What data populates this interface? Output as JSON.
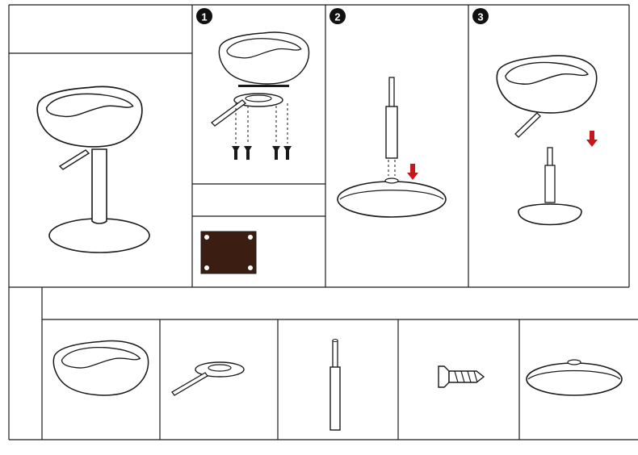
{
  "colors": {
    "line": "#1a1a1a",
    "background": "#ffffff",
    "arrow": "#c8161d",
    "plate": "#3b1d12",
    "badge": "#111111"
  },
  "steps": [
    {
      "number": "1"
    },
    {
      "number": "2"
    },
    {
      "number": "3"
    }
  ],
  "parts": [
    {
      "icon": "seat-icon"
    },
    {
      "icon": "seat-mechanism-icon"
    },
    {
      "icon": "gas-cylinder-icon"
    },
    {
      "icon": "screw-icon"
    },
    {
      "icon": "base-icon"
    }
  ]
}
